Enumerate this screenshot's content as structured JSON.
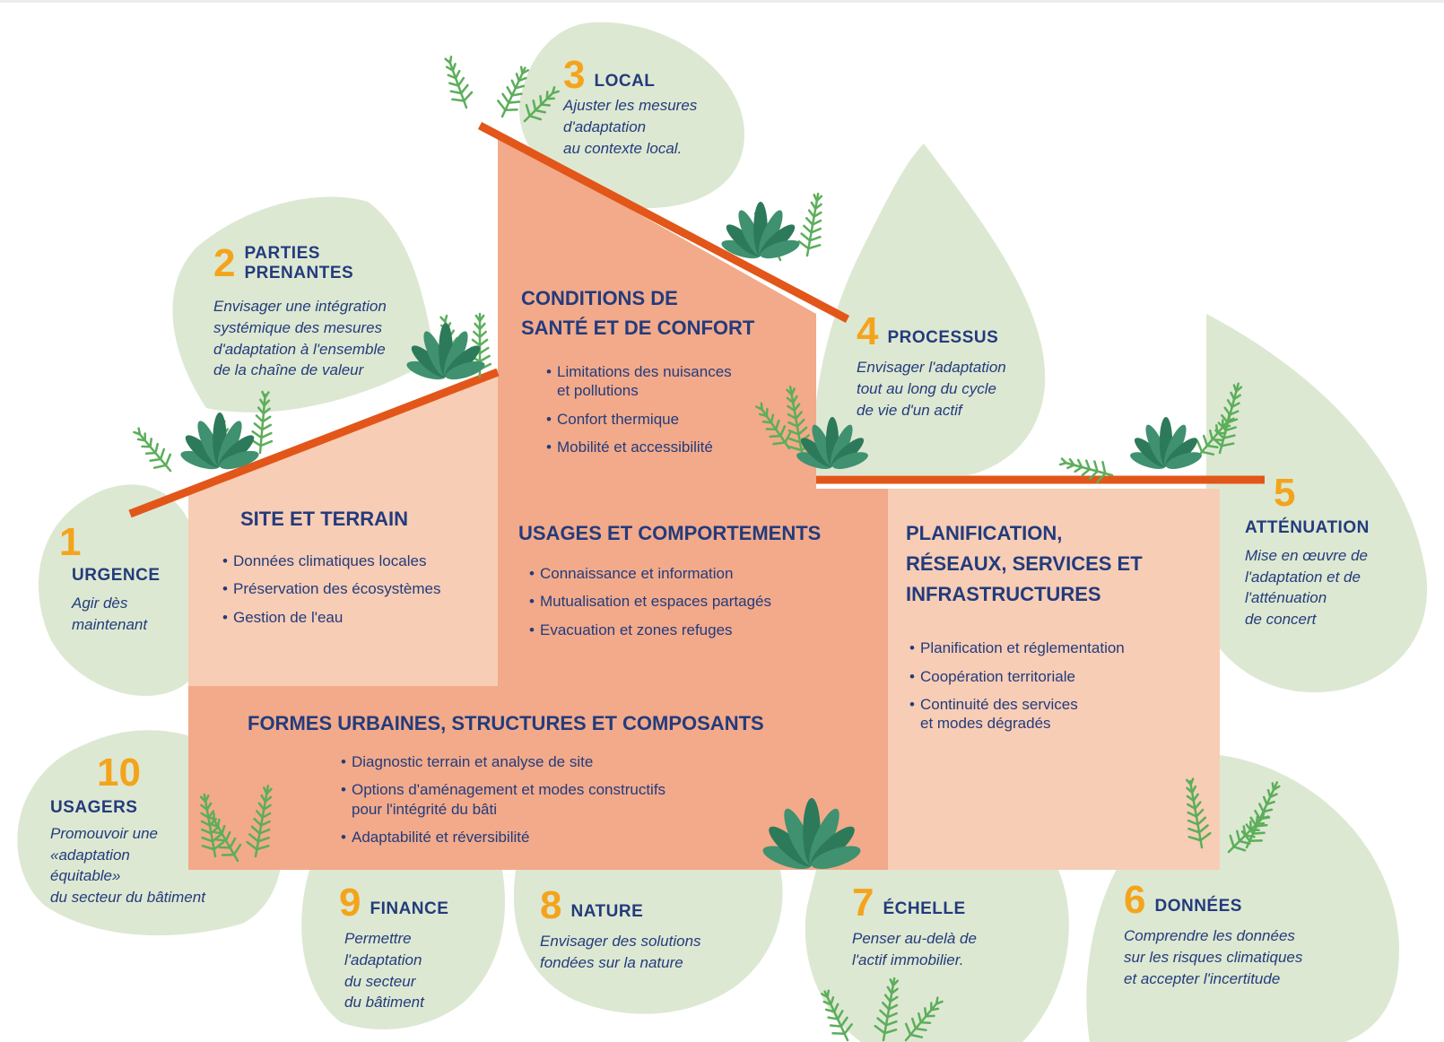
{
  "colors": {
    "leaf_background": "#dde8d2",
    "panel_light": "#f7cdb5",
    "panel_medium": "#f2aa8a",
    "roof": "#e25619",
    "number": "#f4a41c",
    "text": "#233b7c",
    "plant_dark": "#2d7a5a",
    "plant_light": "#5cae5a"
  },
  "principles": [
    {
      "number": "1",
      "title": "URGENCE",
      "description": [
        "Agir dès",
        "maintenant"
      ]
    },
    {
      "number": "2",
      "title": [
        "PARTIES",
        "PRENANTES"
      ],
      "description": [
        "Envisager une intégration",
        "systémique des mesures",
        "d'adaptation à l'ensemble",
        "de la chaîne de valeur"
      ]
    },
    {
      "number": "3",
      "title": "LOCAL",
      "description": [
        "Ajuster les mesures",
        "d'adaptation",
        "au contexte local."
      ]
    },
    {
      "number": "4",
      "title": "PROCESSUS",
      "description": [
        "Envisager l'adaptation",
        "tout au long du cycle",
        "de vie d'un actif"
      ]
    },
    {
      "number": "5",
      "title": "ATTÉNUATION",
      "description": [
        "Mise en œuvre de",
        "l'adaptation et de",
        "l'atténuation",
        "de concert"
      ]
    },
    {
      "number": "6",
      "title": "DONNÉES",
      "description": [
        "Comprendre les données",
        "sur les risques climatiques",
        "et accepter l'incertitude"
      ]
    },
    {
      "number": "7",
      "title": "ÉCHELLE",
      "description": [
        "Penser au-delà de",
        "l'actif immobilier."
      ]
    },
    {
      "number": "8",
      "title": "NATURE",
      "description": [
        "Envisager des solutions",
        "fondées sur la nature"
      ]
    },
    {
      "number": "9",
      "title": "FINANCE",
      "description": [
        "Permettre",
        "l'adaptation",
        "du secteur",
        "du bâtiment"
      ]
    },
    {
      "number": "10",
      "title": "USAGERS",
      "description": [
        "Promouvoir une",
        "«adaptation",
        "équitable»",
        "du secteur du bâtiment"
      ]
    }
  ],
  "panels": {
    "conditions": {
      "title": [
        "CONDITIONS DE",
        "SANTÉ ET DE CONFORT"
      ],
      "items": [
        [
          "Limitations des nuisances",
          "et pollutions"
        ],
        [
          "Confort thermique"
        ],
        [
          "Mobilité et accessibilité"
        ]
      ]
    },
    "site": {
      "title": [
        "SITE ET TERRAIN"
      ],
      "items": [
        [
          "Données climatiques locales"
        ],
        [
          "Préservation des écosystèmes"
        ],
        [
          "Gestion de l'eau"
        ]
      ]
    },
    "usages": {
      "title": [
        "USAGES ET COMPORTEMENTS"
      ],
      "items": [
        [
          "Connaissance et information"
        ],
        [
          "Mutualisation et espaces partagés"
        ],
        [
          "Evacuation et zones refuges"
        ]
      ]
    },
    "planification": {
      "title": [
        "PLANIFICATION,",
        "RÉSEAUX, SERVICES ET",
        "INFRASTRUCTURES"
      ],
      "items": [
        [
          "Planification et réglementation"
        ],
        [
          "Coopération territoriale"
        ],
        [
          "Continuité des services",
          "et modes dégradés"
        ]
      ]
    },
    "formes": {
      "title": [
        "FORMES URBAINES, STRUCTURES ET COMPOSANTS"
      ],
      "items": [
        [
          "Diagnostic terrain et analyse de site"
        ],
        [
          "Options d'aménagement et modes constructifs",
          "pour l'intégrité du bâti"
        ],
        [
          "Adaptabilité et réversibilité"
        ]
      ]
    }
  }
}
